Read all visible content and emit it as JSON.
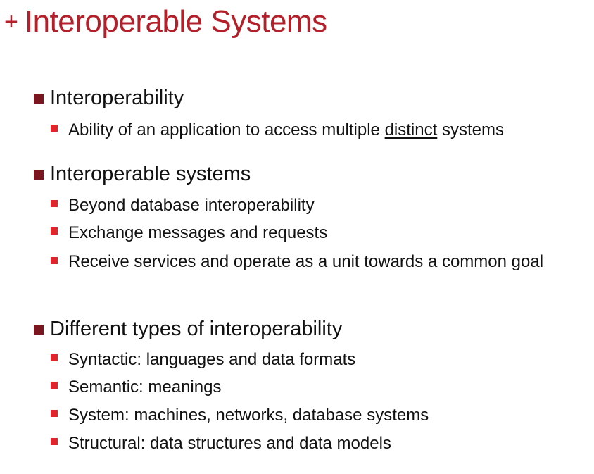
{
  "title": {
    "plus": "+",
    "text": "Interoperable Systems"
  },
  "sections": [
    {
      "heading": "Interoperability",
      "items": [
        {
          "before": "Ability of an application to access multiple ",
          "underlined": "distinct",
          "after": " systems"
        }
      ]
    },
    {
      "heading": "Interoperable systems",
      "items": [
        {
          "text": "Beyond database interoperability"
        },
        {
          "text": "Exchange messages and requests"
        },
        {
          "text": "Receive services and operate as a unit towards a common goal"
        }
      ]
    },
    {
      "heading": "Different types of interoperability",
      "items": [
        {
          "text": "Syntactic: languages and data formats"
        },
        {
          "text": "Semantic: meanings"
        },
        {
          "text": "System: machines, networks, database systems"
        },
        {
          "text": "Structural: data structures and data models"
        }
      ]
    }
  ],
  "colors": {
    "title": "#b3202a",
    "level1_bullet": "#7a1620",
    "level2_bullet": "#e0262c",
    "text": "#111111"
  }
}
